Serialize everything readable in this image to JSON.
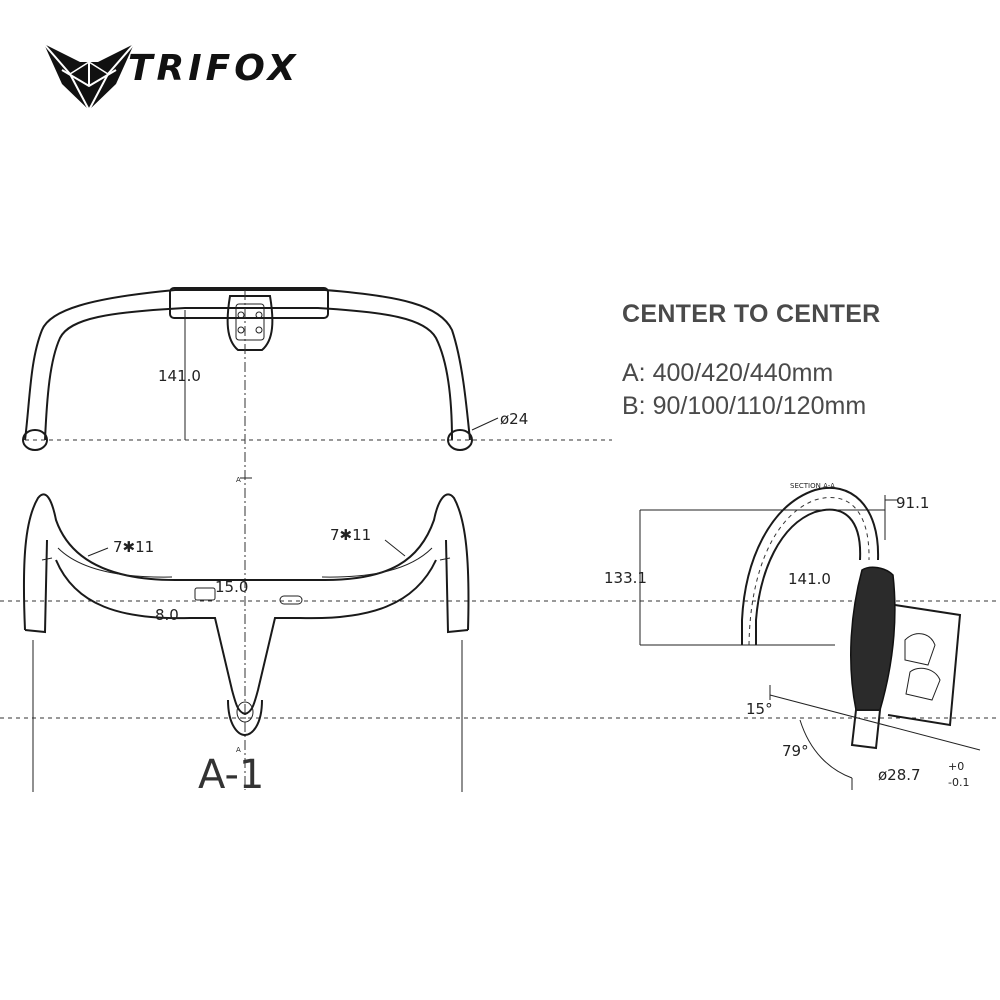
{
  "brand": {
    "name": "TRIFOX",
    "logo": "fox-head-icon"
  },
  "specs": {
    "title": "CENTER TO CENTER",
    "lines": [
      "A: 400/420/440mm",
      "B: 90/100/110/120mm"
    ]
  },
  "front_view": {
    "height_dim": "141.0",
    "bar_end_dia": "ø24"
  },
  "top_view": {
    "left_hole": "7✱11",
    "right_hole": "7✱11",
    "slot_width": "15.0",
    "slot_height": "8.0",
    "section_mark_top": "A",
    "section_mark_bottom": "A",
    "section_label": "A-1"
  },
  "section_view": {
    "title": "SECTION A-A",
    "height_dim": "133.1",
    "drop_dim": "141.0",
    "reach_dim": "91.1",
    "angle_small": "15°",
    "angle_large": "79°",
    "clamp_dia": "ø28.7",
    "tol_upper": "+0",
    "tol_lower": "-0.1"
  },
  "colors": {
    "line": "#1a1a1a",
    "text": "#4a4a4a",
    "fill": "#2b2b2b"
  }
}
